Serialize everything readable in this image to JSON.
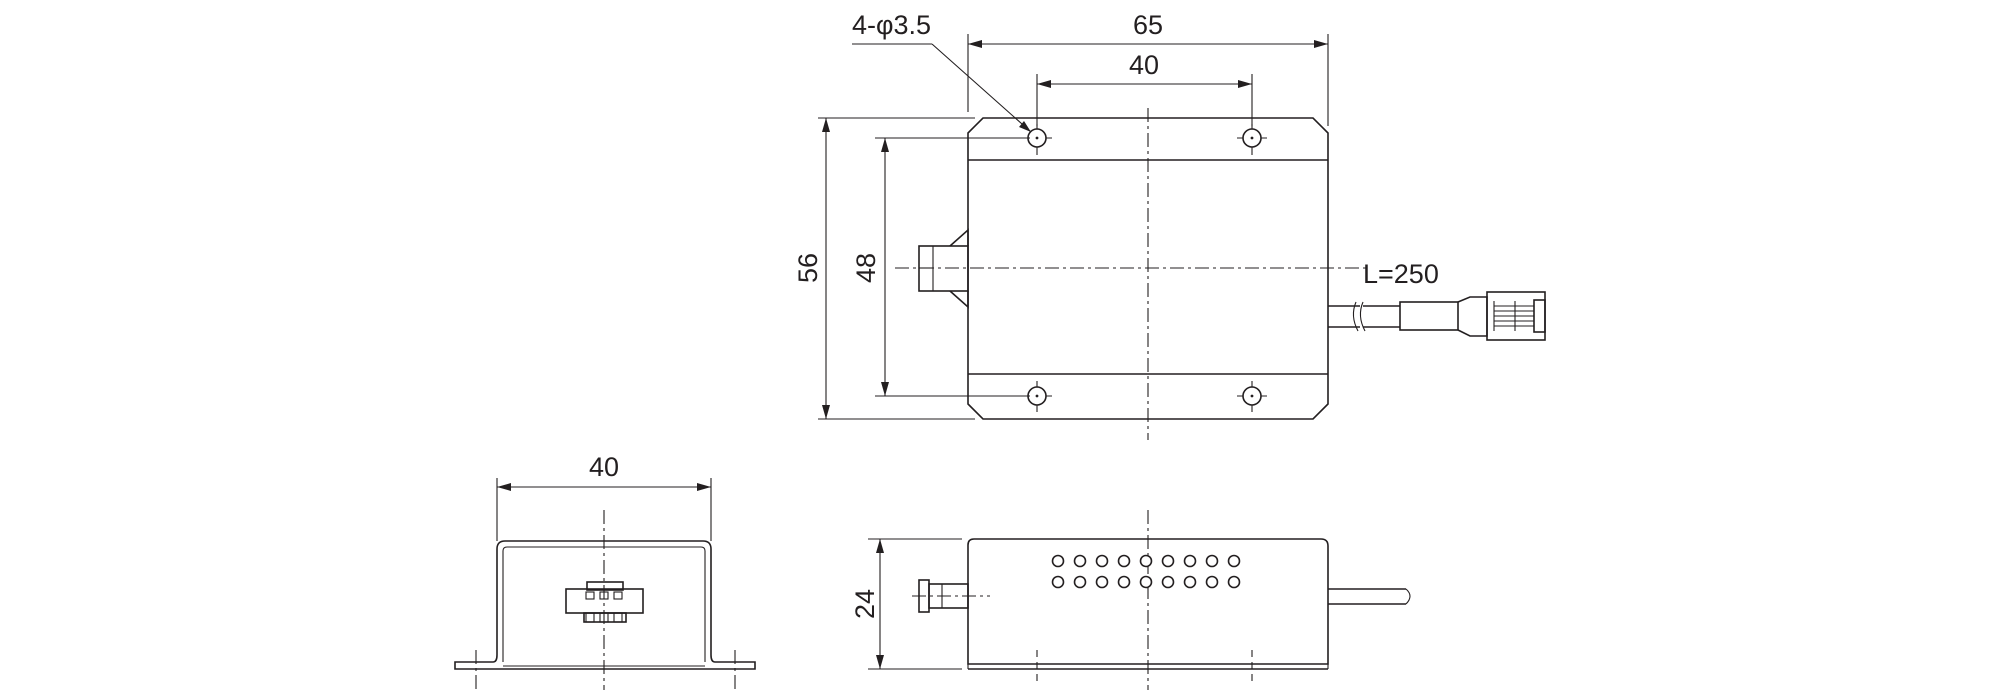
{
  "dimensions": {
    "top_width": "65",
    "top_hole_pitch": "40",
    "top_height": "56",
    "top_hole_pitch_vertical": "48",
    "bottom_left_width": "40",
    "side_height": "24"
  },
  "labels": {
    "hole_callout": "4-φ3.5",
    "cable_length": "L=250"
  }
}
